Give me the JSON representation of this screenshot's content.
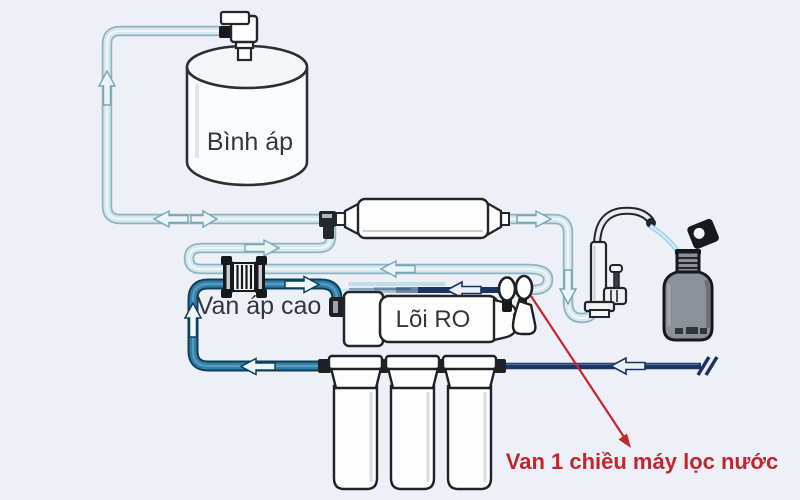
{
  "labels": {
    "tank": "Bình áp",
    "pump_valve": "Van áp cao",
    "ro_core": "Lõi RO",
    "annotation": "Van 1 chiều máy lọc nước"
  },
  "colors": {
    "background": "#edf1f7",
    "tube_light_fill": "#d6e8ed",
    "tube_light_edge": "#8db4c0",
    "tube_teal_fill": "#337ea6",
    "tube_teal_edge": "#0f3e57",
    "line_navy": "#1a335f",
    "component_fill": "#fdfdfd",
    "component_outline": "#22262b",
    "annotation_red": "#c2272e",
    "label_text": "#33373c",
    "water_stream": "#9fd3ec",
    "bottle_gray": "#8b9199"
  }
}
